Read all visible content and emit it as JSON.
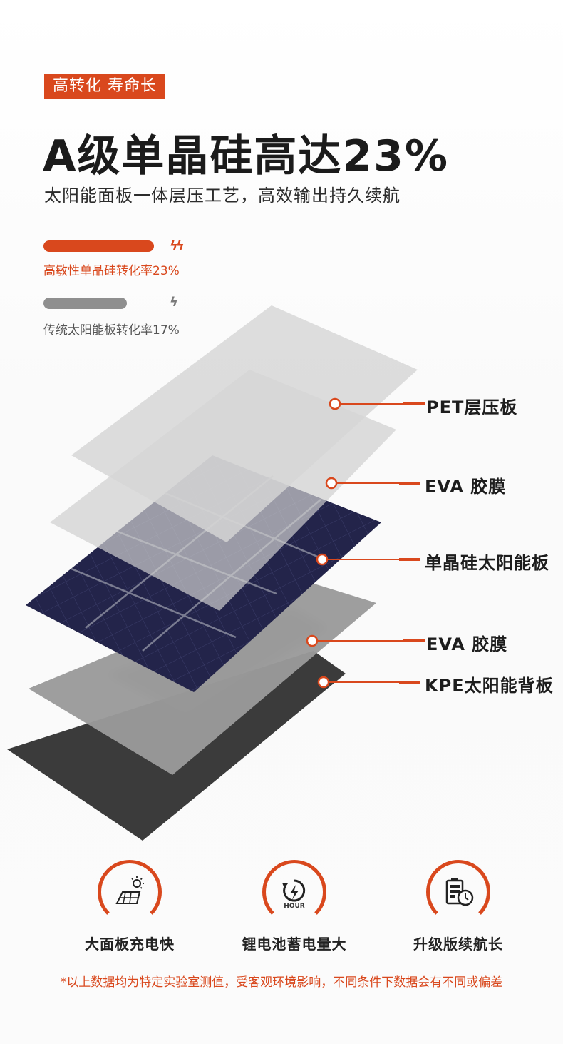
{
  "header": {
    "tag": "高转化 寿命长",
    "headline": "A级单晶硅高达23%",
    "subline": "太阳能面板一体层压工艺，高效输出持久续航"
  },
  "comparison": [
    {
      "label": "高敏性单晶硅转化率23%",
      "value_percent": 23,
      "color": "#d9481d"
    },
    {
      "label": "传统太阳能板转化率17%",
      "value_percent": 17,
      "color": "#8f8f8f"
    }
  ],
  "layers": [
    {
      "label": "PET层压板"
    },
    {
      "label": "EVA 胶膜"
    },
    {
      "label": "单晶硅太阳能板"
    },
    {
      "label": "EVA 胶膜"
    },
    {
      "label": "KPE太阳能背板"
    }
  ],
  "features": [
    {
      "icon": "solar-panel-sun-icon",
      "name": "大面板充电快"
    },
    {
      "icon": "battery-hour-icon",
      "name": "锂电池蓄电量大",
      "icon_text": "HOUR"
    },
    {
      "icon": "battery-clock-icon",
      "name": "升级版续航长"
    }
  ],
  "note": "*以上数据均为特定实验室测值，受客观环境影响，不同条件下数据会有不同或偏差",
  "colors": {
    "accent": "#d9481d",
    "panel_dark": "#222244",
    "backsheet": "#3b3b3b"
  }
}
